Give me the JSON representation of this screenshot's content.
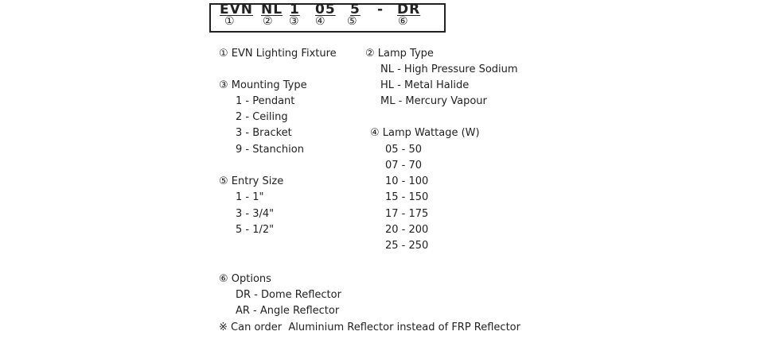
{
  "code": {
    "parts": [
      "EVN",
      "NL",
      "1",
      "05",
      "5",
      "-",
      "DR"
    ],
    "markers": [
      "①",
      "②",
      "③",
      "④",
      "⑤",
      "⑥"
    ]
  },
  "fixture": "① EVN Lighting Fixture",
  "lamp_type": {
    "title": "② Lamp Type",
    "items": [
      "NL - High Pressure Sodium",
      "HL - Metal Halide",
      "ML - Mercury Vapour"
    ]
  },
  "mounting": {
    "title": "③ Mounting Type",
    "items": [
      "1 - Pendant",
      "2 - Ceiling",
      "3 - Bracket",
      "9 - Stanchion"
    ]
  },
  "wattage": {
    "title": "④ Lamp Wattage (W)",
    "items": [
      "05 - 50",
      "07 - 70",
      "10 - 100",
      "15 - 150",
      "17 - 175",
      "20 - 200",
      "25 - 250"
    ]
  },
  "entry": {
    "title": "⑤ Entry Size",
    "items": [
      "1 - 1\"",
      "3 - 3/4\"",
      "5 - 1/2\""
    ]
  },
  "options": {
    "title": "⑥ Options",
    "items": [
      "DR - Dome Reflector",
      "AR - Angle Reflector"
    ]
  },
  "note": "※ Can order  Aluminium Reflector instead of FRP Reflector"
}
